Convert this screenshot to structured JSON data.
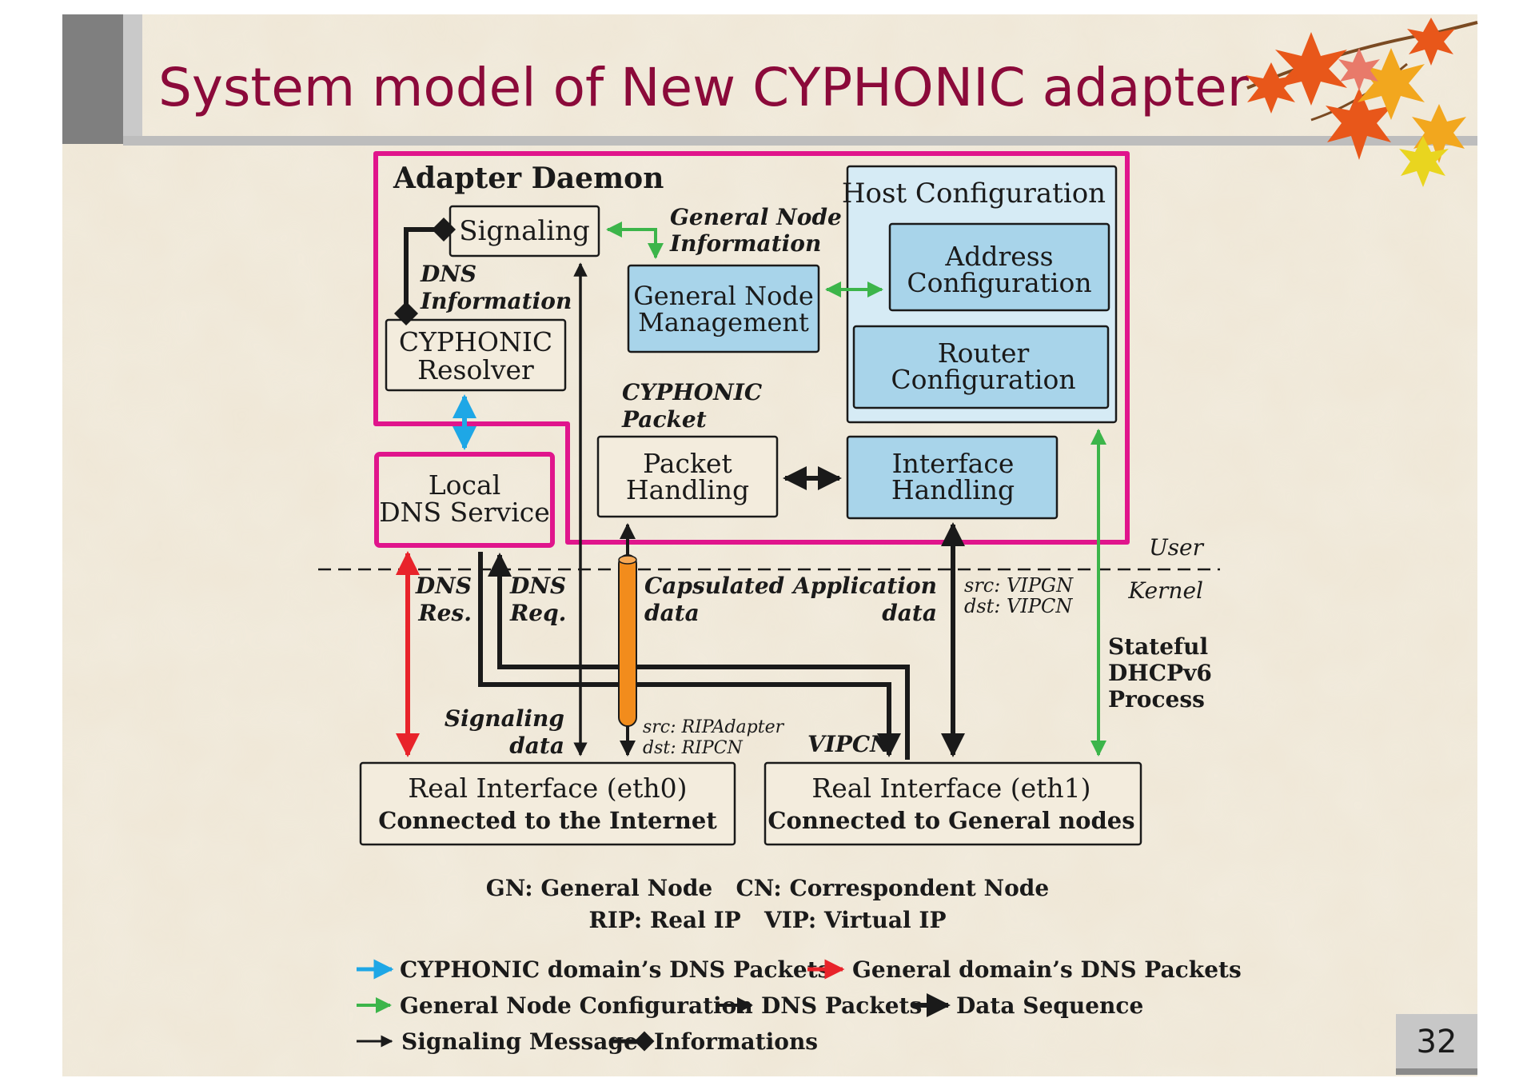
{
  "slide": {
    "title": "System model of New CYPHONIC adapter",
    "page_number": "32"
  },
  "colors": {
    "title": "#8b0a3a",
    "magenta": "#e0158c",
    "light_blue": "#a8d4ea",
    "host_config_bg": "#d6ebf5",
    "cyan_arrow": "#1ea7e6",
    "red_arrow": "#e8232a",
    "green_arrow": "#3cb54a",
    "orange_tunnel": "#f28c1c",
    "dark": "#1a1a1a"
  },
  "diagram": {
    "boxes": {
      "adapter_daemon": "Adapter Daemon",
      "signaling": "Signaling",
      "cyphonic_resolver": [
        "CYPHONIC",
        "Resolver"
      ],
      "local_dns": [
        "Local",
        "DNS Service"
      ],
      "general_node_management": [
        "General Node",
        "Management"
      ],
      "host_configuration": "Host Configuration",
      "address_configuration": [
        "Address",
        "Configuration"
      ],
      "router_configuration": [
        "Router",
        "Configuration"
      ],
      "packet_handling": [
        "Packet",
        "Handling"
      ],
      "interface_handling": [
        "Interface",
        "Handling"
      ],
      "eth0": [
        "Real Interface (eth0)",
        "Connected to the Internet"
      ],
      "eth1": [
        "Real Interface (eth1)",
        "Connected to General nodes"
      ]
    },
    "labels": {
      "general_node_information": [
        "General Node",
        "Information"
      ],
      "dns_information": [
        "DNS",
        "Information"
      ],
      "cyphonic_packet": [
        "CYPHONIC",
        "Packet"
      ],
      "user": "User",
      "kernel": "Kernel",
      "dns_res": [
        "DNS",
        "Res."
      ],
      "dns_req": [
        "DNS",
        "Req."
      ],
      "capsulated_data": [
        "Capsulated",
        "data"
      ],
      "application_data": [
        "Application",
        "data"
      ],
      "src_vip_gn": "src: VIPGN",
      "dst_vip_cn": "dst: VIPCN",
      "stateful_dhcp": [
        "Stateful",
        "DHCPv6",
        "Process"
      ],
      "signaling_data": [
        "Signaling",
        "data"
      ],
      "src_rip_adapter": "src: RIPAdapter",
      "dst_rip_cn": "dst: RIPCN",
      "vip_cn": "VIPCN"
    },
    "abbreviations": [
      "GN: General Node   CN: Correspondent Node",
      "RIP: Real IP   VIP: Virtual IP"
    ],
    "legend": {
      "cyphonic_dns": "CYPHONIC domain’s DNS Packets",
      "general_dns": "General domain’s DNS Packets",
      "general_node_config": "General Node Configuration",
      "dns_packets": "DNS Packets",
      "data_sequence": "Data Sequence",
      "signaling_message": "Signaling Message",
      "informations": "Informations"
    }
  }
}
